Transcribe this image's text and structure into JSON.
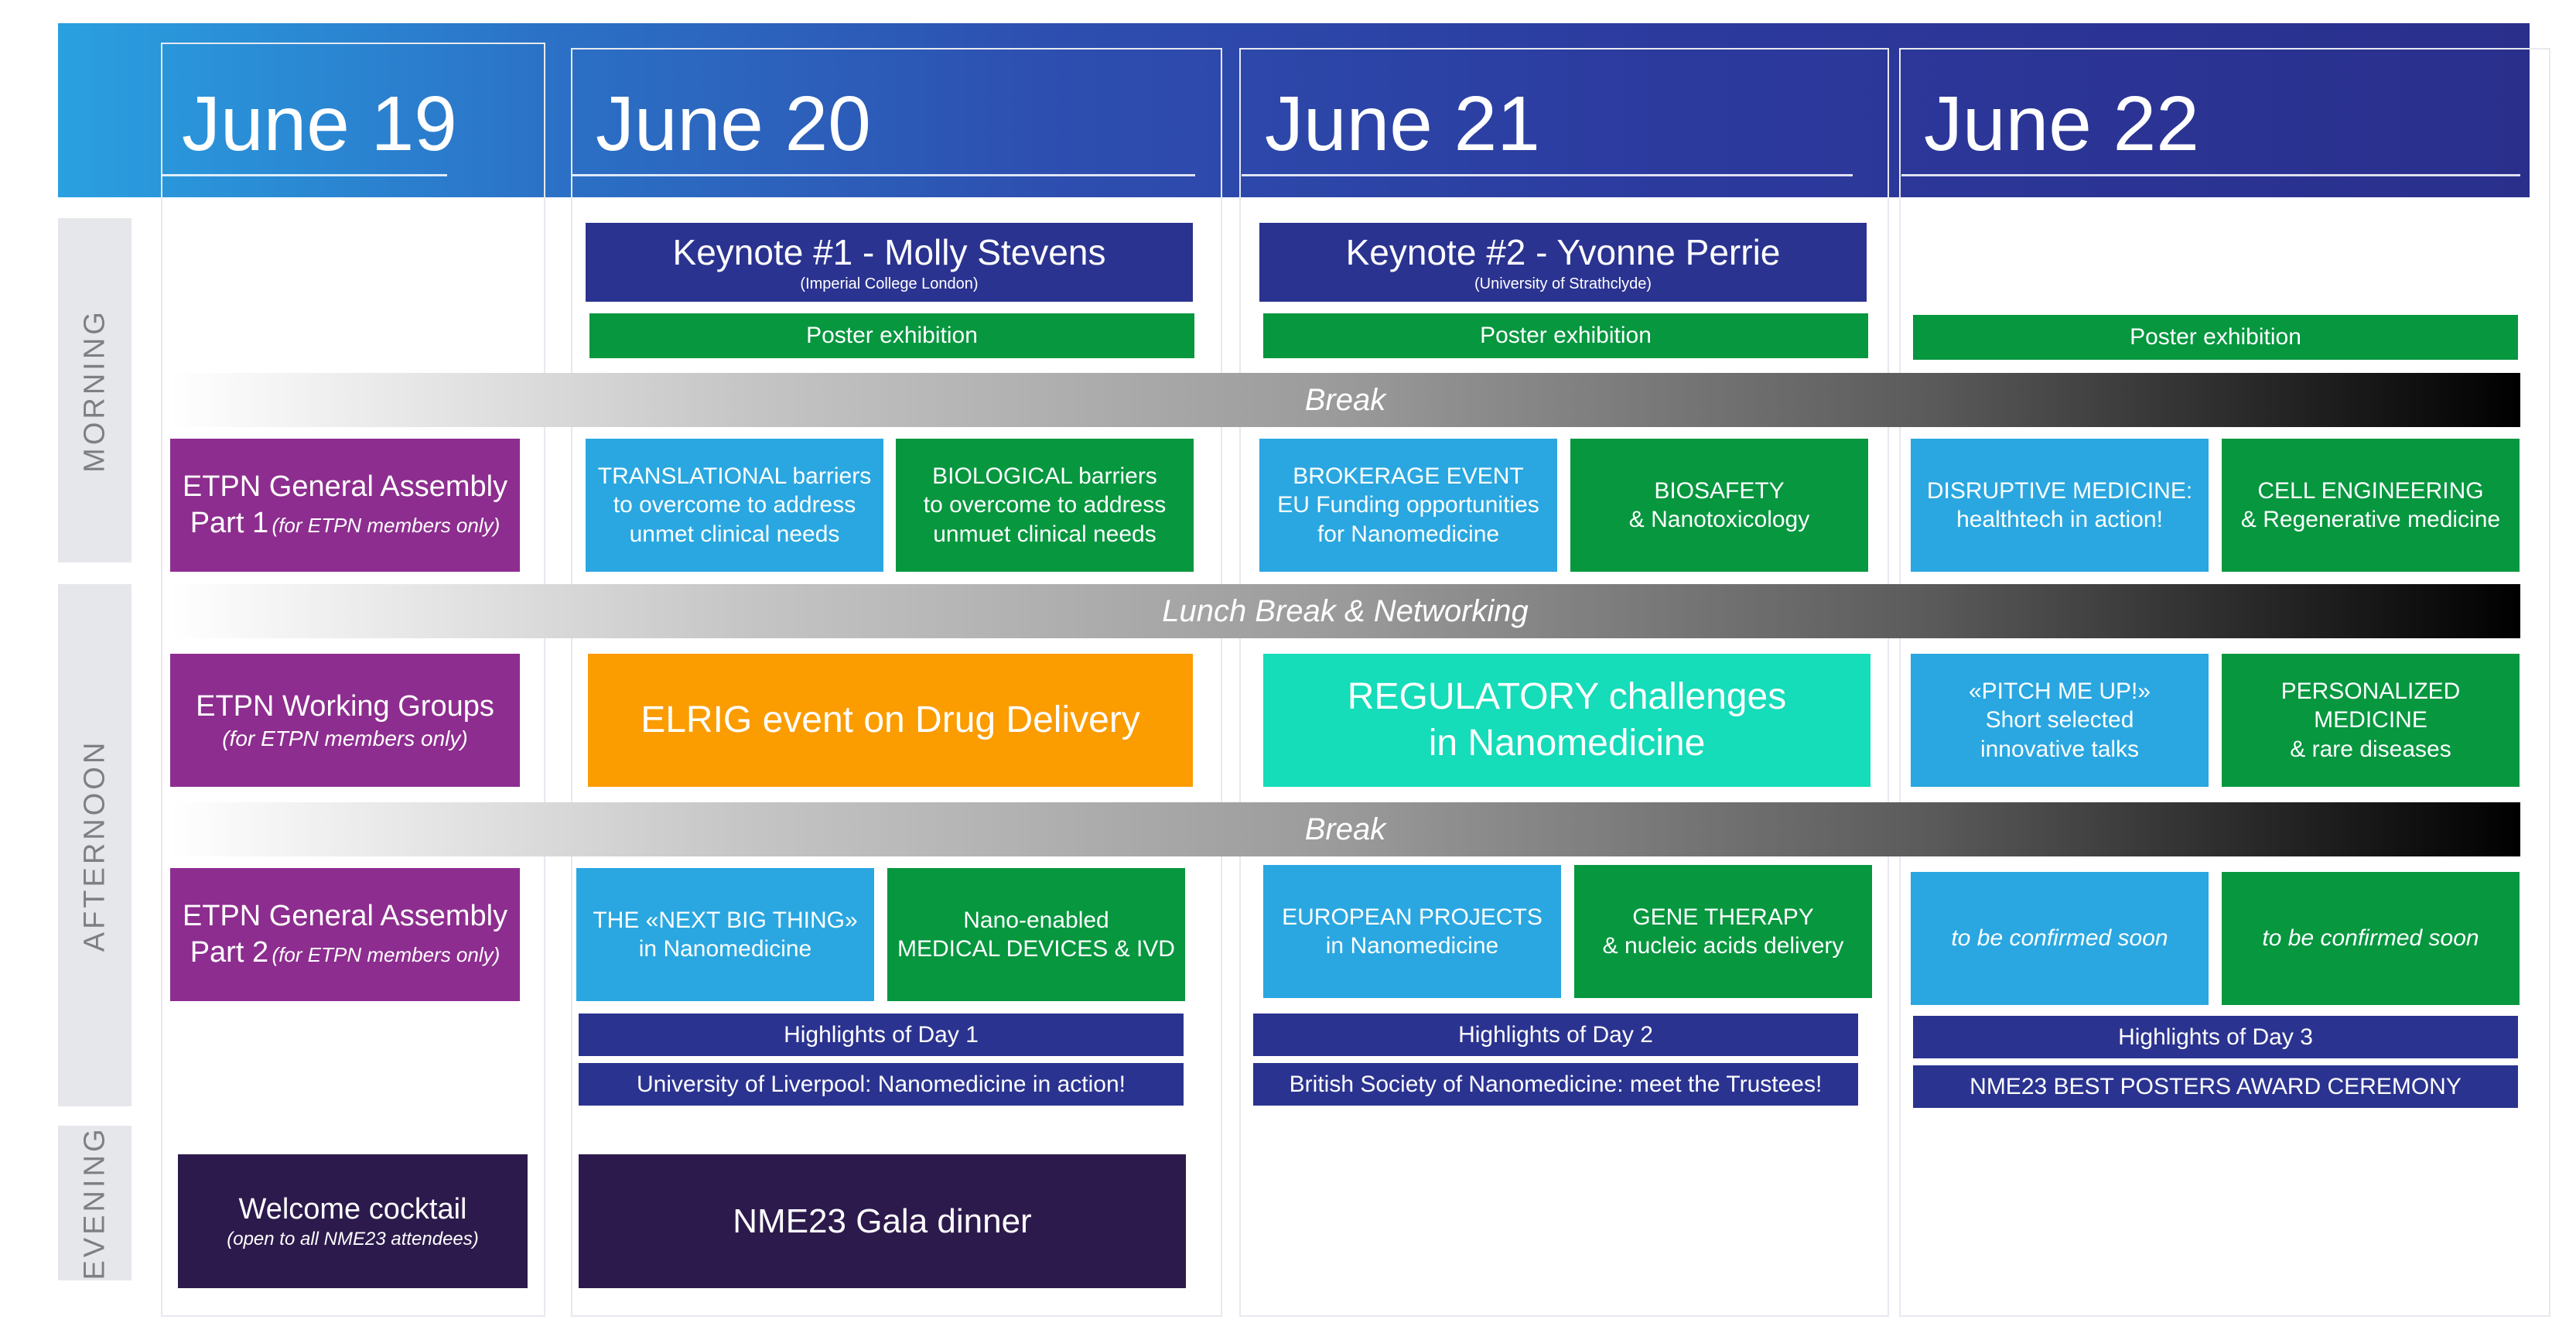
{
  "days": [
    "June 19",
    "June 20",
    "June 21",
    "June 22"
  ],
  "periods": [
    "MORNING",
    "AFTERNOON",
    "EVENING"
  ],
  "breaks": {
    "morning": "Break",
    "lunch": "Lunch Break & Networking",
    "afternoon": "Break"
  },
  "events": {
    "keynote1": {
      "title": "Keynote #1 - Molly Stevens",
      "affiliation": "(Imperial College London)"
    },
    "keynote2": {
      "title": "Keynote #2 - Yvonne Perrie",
      "affiliation": "(University of Strathclyde)"
    },
    "poster_exhibition": "Poster exhibition",
    "ga1": {
      "title": "ETPN General Assembly",
      "part": "Part 1",
      "note": "(for ETPN members only)"
    },
    "translational": [
      "TRANSLATIONAL barriers",
      "to overcome to address",
      "unmet clinical needs"
    ],
    "biological": [
      "BIOLOGICAL barriers",
      "to overcome to address",
      "unmuet clinical needs"
    ],
    "brokerage": [
      "BROKERAGE EVENT",
      "EU Funding opportunities",
      "for Nanomedicine"
    ],
    "biosafety": [
      "BIOSAFETY",
      "& Nanotoxicology"
    ],
    "disruptive": [
      "DISRUPTIVE MEDICINE:",
      "healthtech in action!"
    ],
    "cell_engineering": [
      "CELL ENGINEERING",
      "& Regenerative medicine"
    ],
    "working_groups": {
      "title": "ETPN Working Groups",
      "note": "(for ETPN members only)"
    },
    "elrig": "ELRIG event on Drug Delivery",
    "regulatory": [
      "REGULATORY challenges",
      "in Nanomedicine"
    ],
    "pitch": [
      "«PITCH ME UP!»",
      "Short selected",
      "innovative talks"
    ],
    "personalized": [
      "PERSONALIZED MEDICINE",
      "& rare diseases"
    ],
    "ga2": {
      "title": "ETPN General Assembly",
      "part": "Part 2",
      "note": "(for ETPN members only)"
    },
    "next_big": [
      "THE «NEXT BIG THING»",
      "in Nanomedicine"
    ],
    "devices": [
      "Nano-enabled",
      "MEDICAL DEVICES & IVD"
    ],
    "european": [
      "EUROPEAN PROJECTS",
      "in Nanomedicine"
    ],
    "gene": [
      "GENE THERAPY",
      "& nucleic acids delivery"
    ],
    "tbc": "to be confirmed soon",
    "highlights1": "Highlights of Day 1",
    "highlights2": "Highlights of Day 2",
    "highlights3": "Highlights of Day 3",
    "liverpool": "University of Liverpool: Nanomedicine in action!",
    "bsnm": "British Society of Nanomedicine: meet the Trustees!",
    "awards": "NME23 BEST POSTERS AWARD CEREMONY",
    "cocktail": {
      "title": "Welcome cocktail",
      "note": "(open to all NME23 attendees)"
    },
    "gala": "NME23 Gala dinner"
  },
  "colors": {
    "navy": "#2b3390",
    "green": "#06973f",
    "blue": "#2aa7e0",
    "purple": "#8d2d8f",
    "orange": "#fb9c00",
    "teal": "#15dcb9",
    "dark": "#2c1a4c"
  }
}
